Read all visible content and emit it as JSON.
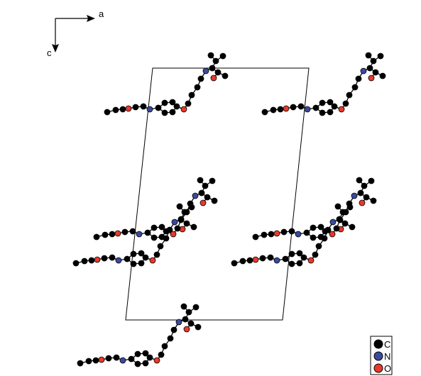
{
  "axes": {
    "a_label": "a",
    "c_label": "c"
  },
  "legend": {
    "items": [
      {
        "label": "C",
        "color": "#000000"
      },
      {
        "label": "N",
        "color": "#3b4a9e"
      },
      {
        "label": "O",
        "color": "#e8392b"
      }
    ]
  },
  "atom_colors": {
    "C": "#000000",
    "N": "#3b4a9e",
    "O": "#e8392b"
  }
}
